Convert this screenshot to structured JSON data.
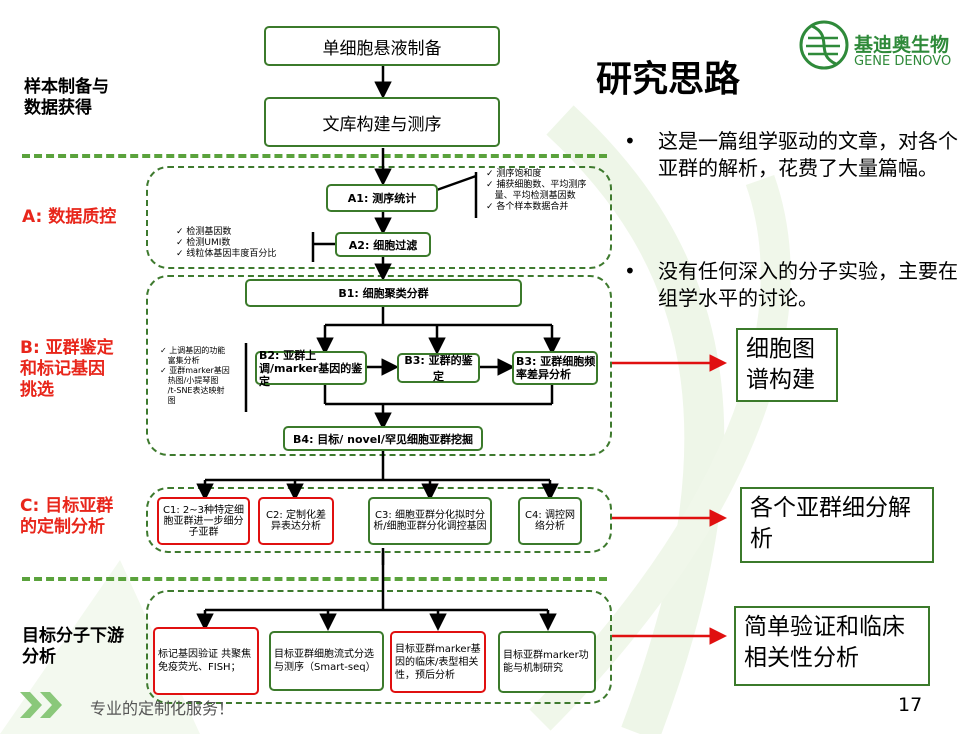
{
  "title": "研究思路",
  "logo": {
    "cn": "基迪奥生物",
    "en": "GENE DENOVO"
  },
  "side_labels": {
    "prep": [
      "样本制备与",
      "数据获得"
    ],
    "a": "A: 数据质控",
    "b": [
      "B: 亚群鉴定",
      "和标记基因",
      "挑选"
    ],
    "c": [
      "C: 目标亚群",
      "的定制分析"
    ],
    "d": [
      "目标分子下游",
      "分析"
    ]
  },
  "flow": {
    "prep1": "单细胞悬液制备",
    "prep2": "文库构建与测序",
    "a1": "A1: 测序统计",
    "a2": "A2: 细胞过滤",
    "a1_notes": [
      "测序饱和度",
      "捕获细胞数、平均测序",
      "量、平均检测基因数",
      "各个样本数据合并"
    ],
    "a2_notes": [
      "检测基因数",
      "检测UMI数",
      "线粒体基因丰度百分比"
    ],
    "b1": "B1: 细胞聚类分群",
    "b2": "B2: 亚群上调/marker基因的鉴定",
    "b3": "B3: 亚群的鉴定",
    "b3b": "B3: 亚群细胞频率差异分析",
    "b2_notes": [
      "上调基因的功能",
      "富集分析",
      "亚群marker基因",
      "热图/小提琴图",
      "/t-SNE表达映射",
      "图"
    ],
    "b4": "B4: 目标/ novel/罕见细胞亚群挖掘",
    "c1": "C1: 2~3种特定细胞亚群进一步细分子亚群",
    "c2": "C2: 定制化差异表达分析",
    "c3": "C3: 细胞亚群分化拟时分析/细胞亚群分化调控基因",
    "c4": "C4: 调控网络分析",
    "d1": "标记基因验证 共聚焦免疫荧光、FISH；",
    "d2": "目标亚群细胞流式分选与测序（Smart-seq）",
    "d3": "目标亚群marker基因的临床/表型相关性，预后分析",
    "d4": "目标亚群marker功能与机制研究"
  },
  "bullets": [
    "这是一篇组学驱动的文章，对各个亚群的解析，花费了大量篇幅。",
    "没有任何深入的分子实验，主要在组学水平的讨论。"
  ],
  "annotations": [
    "细胞图谱构建",
    "各个亚群细分解析",
    "简单验证和临床相关性分析"
  ],
  "footer": {
    "tagline": "专业的定制化服务！",
    "page": "17"
  },
  "colors": {
    "green": "#3b7a2b",
    "red": "#e01010",
    "label_red": "#e8261b"
  }
}
